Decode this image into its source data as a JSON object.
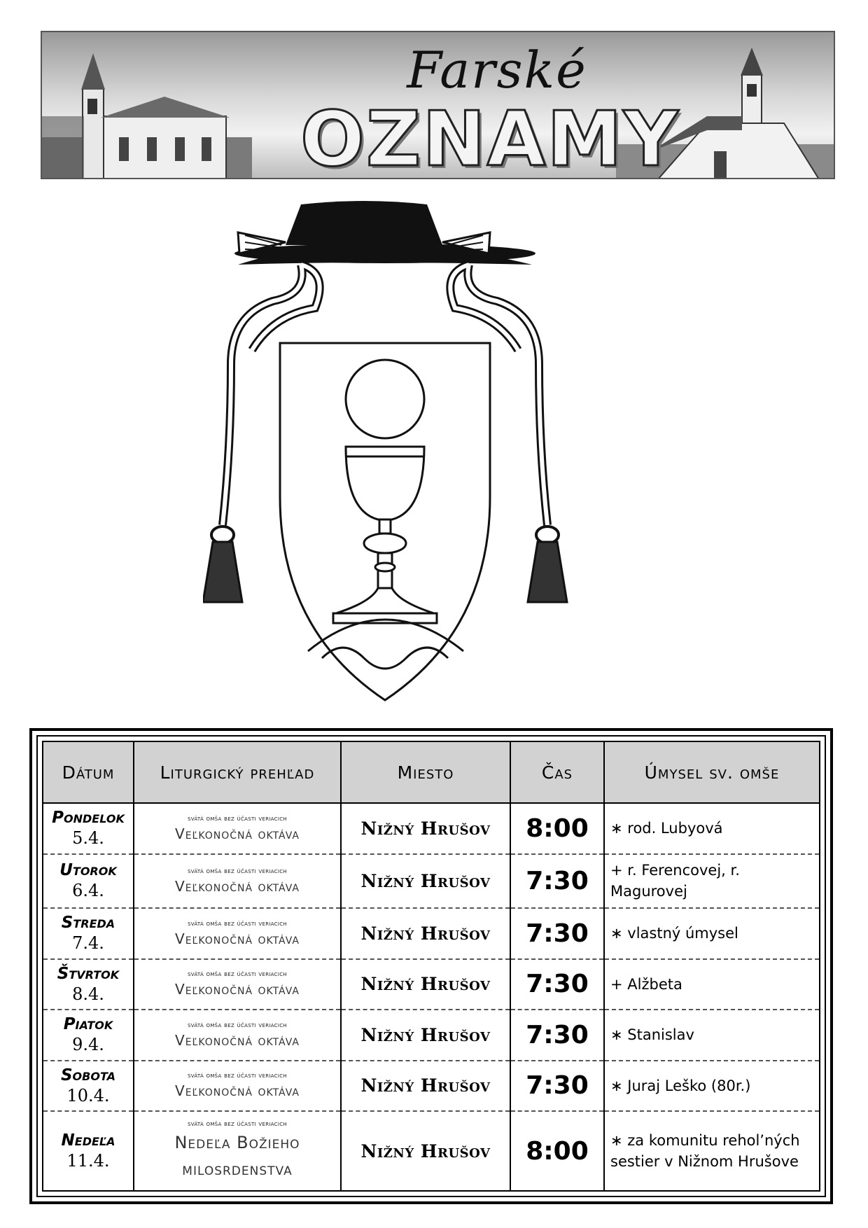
{
  "banner": {
    "title_top": "Farské",
    "title_main": "OZNAMY"
  },
  "table": {
    "headers": [
      "Dátum",
      "Liturgický prehľad",
      "Miesto",
      "Čas",
      "Úmysel sv. omše"
    ],
    "rows": [
      {
        "day": "Pondelok",
        "date": "5.4.",
        "note": "svätá omša bez účasti veriacich",
        "liturgy": "Veľkonočná oktáva",
        "place": "Nižný Hrušov",
        "time": "8:00",
        "intention": "∗ rod. Lubyová"
      },
      {
        "day": "Utorok",
        "date": "6.4.",
        "note": "svätá omša bez účasti veriacich",
        "liturgy": "Veľkonočná oktáva",
        "place": "Nižný Hrušov",
        "time": "7:30",
        "intention": "+ r. Ferencovej, r. Magurovej"
      },
      {
        "day": "Streda",
        "date": "7.4.",
        "note": "svätá omša bez účasti veriacich",
        "liturgy": "Veľkonočná oktáva",
        "place": "Nižný Hrušov",
        "time": "7:30",
        "intention": "∗ vlastný úmysel"
      },
      {
        "day": "Štvrtok",
        "date": "8.4.",
        "note": "svätá omša bez účasti veriacich",
        "liturgy": "Veľkonočná oktáva",
        "place": "Nižný Hrušov",
        "time": "7:30",
        "intention": "+ Alžbeta"
      },
      {
        "day": "Piatok",
        "date": "9.4.",
        "note": "svätá omša bez účasti veriacich",
        "liturgy": "Veľkonočná oktáva",
        "place": "Nižný Hrušov",
        "time": "7:30",
        "intention": "∗ Stanislav"
      },
      {
        "day": "Sobota",
        "date": "10.4.",
        "note": "svätá omša bez účasti veriacich",
        "liturgy": "Veľkonočná oktáva",
        "place": "Nižný Hrušov",
        "time": "7:30",
        "intention": "∗ Juraj Leško (80r.)"
      },
      {
        "day": "Nedeľa",
        "date": "11.4.",
        "note": "svätá omša bez účasti veriacich",
        "liturgy": "Nedeľa Božieho milosrdenstva",
        "place": "Nižný Hrušov",
        "time": "8:00",
        "intention": "∗ za komunitu reholʼných sestier v Nižnom Hrušove"
      }
    ]
  }
}
